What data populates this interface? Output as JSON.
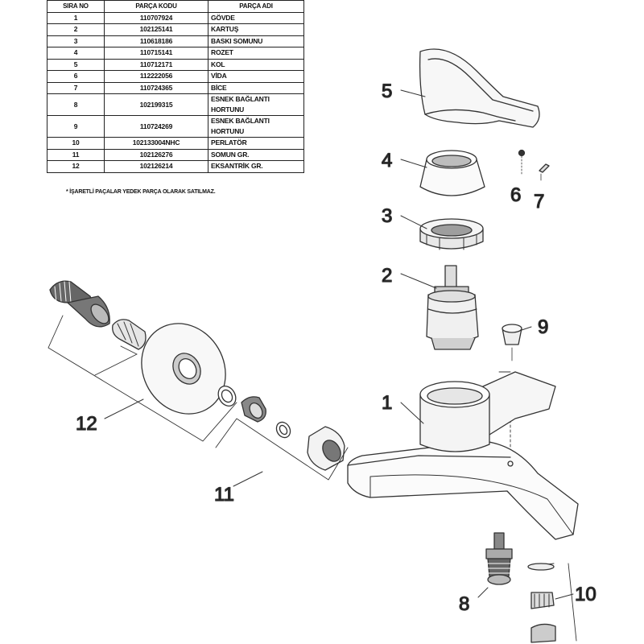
{
  "table": {
    "headers": [
      "SIRA NO",
      "PARÇA KODU",
      "PARÇA ADI"
    ],
    "rows": [
      [
        "1",
        "110707924",
        "GÖVDE"
      ],
      [
        "2",
        "102125141",
        "KARTUŞ"
      ],
      [
        "3",
        "110618186",
        "BASKI SOMUNU"
      ],
      [
        "4",
        "110715141",
        "ROZET"
      ],
      [
        "5",
        "110712171",
        "KOL"
      ],
      [
        "6",
        "112222056",
        "VİDA"
      ],
      [
        "7",
        "110724365",
        "BİCE"
      ],
      [
        "8",
        "102199315",
        "ESNEK BAĞLANTI HORTUNU"
      ],
      [
        "9",
        "110724269",
        "ESNEK BAĞLANTI HORTUNU"
      ],
      [
        "10",
        "102133004NHC",
        "PERLATÖR"
      ],
      [
        "11",
        "102126276",
        "SOMUN GR."
      ],
      [
        "12",
        "102126214",
        "EKSANTRİK GR."
      ]
    ],
    "note": "* İŞARETLİ PAÇALAR YEDEK PARÇA OLARAK SATILMAZ."
  },
  "callouts": {
    "c1": "1",
    "c2": "2",
    "c3": "3",
    "c4": "4",
    "c5": "5",
    "c6": "6",
    "c7": "7",
    "c8": "8",
    "c9": "9",
    "c10": "10",
    "c11": "11",
    "c12": "12"
  }
}
